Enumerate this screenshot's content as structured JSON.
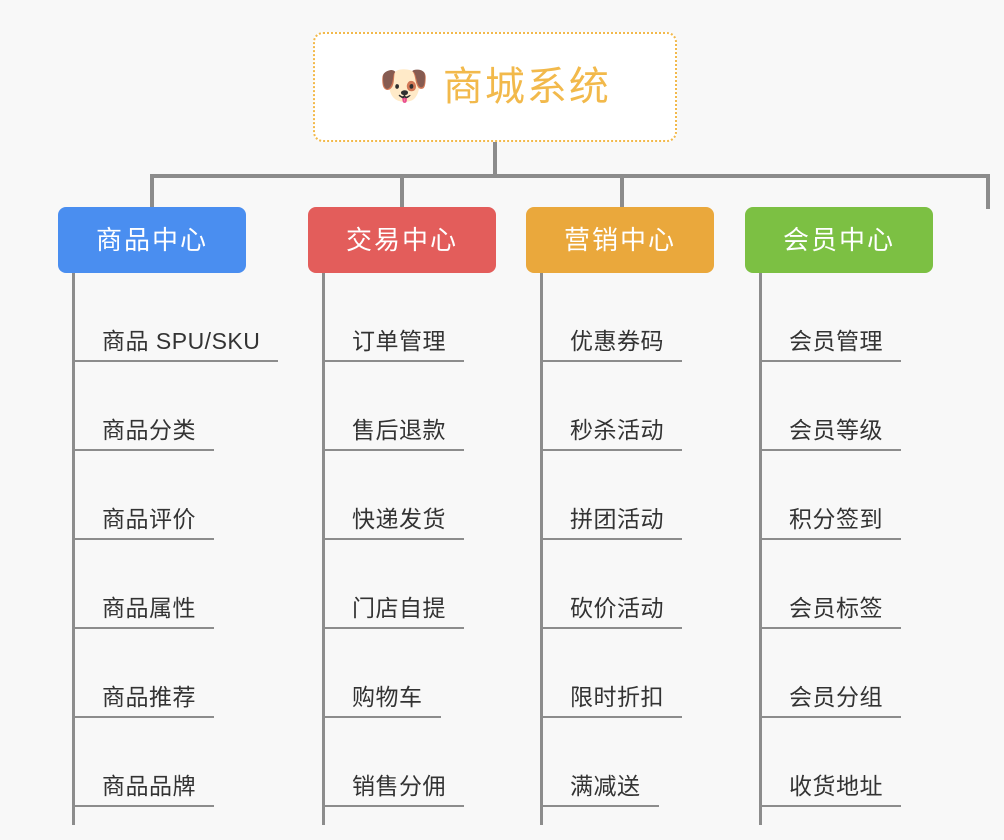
{
  "background_color": "#f8f8f8",
  "root": {
    "icon": "dog-face-emoji",
    "icon_glyph": "🐶",
    "title": "商城系统",
    "text_color": "#f2b94b",
    "border_color": "#f2b94b",
    "fill_color": "#ffffff"
  },
  "connector_color": "#8c8c8c",
  "columns": [
    {
      "key": "product",
      "title": "商品中心",
      "color": "#4a8ef0",
      "items": [
        "商品 SPU/SKU",
        "商品分类",
        "商品评价",
        "商品属性",
        "商品推荐",
        "商品品牌"
      ]
    },
    {
      "key": "trade",
      "title": "交易中心",
      "color": "#e35d5b",
      "items": [
        "订单管理",
        "售后退款",
        "快递发货",
        "门店自提",
        "购物车",
        "销售分佣"
      ]
    },
    {
      "key": "marketing",
      "title": "营销中心",
      "color": "#eaa83c",
      "items": [
        "优惠券码",
        "秒杀活动",
        "拼团活动",
        "砍价活动",
        "限时折扣",
        "满减送"
      ]
    },
    {
      "key": "member",
      "title": "会员中心",
      "color": "#7cc043",
      "items": [
        "会员管理",
        "会员等级",
        "积分签到",
        "会员标签",
        "会员分组",
        "收货地址"
      ]
    }
  ]
}
